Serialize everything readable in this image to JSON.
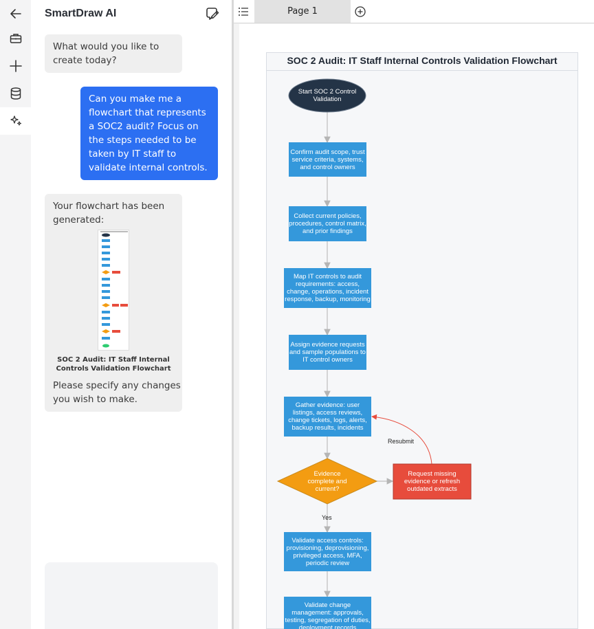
{
  "chat": {
    "title": "SmartDraw AI",
    "messages": {
      "greeting": "What would you like to create today?",
      "user_request": "Can you make me a flowchart that represents a SOC2 audit? Focus on the steps needed to be taken by IT staff to validate internal controls.",
      "generated_intro": "Your flowchart has been generated:",
      "thumbnail_caption": "SOC 2 Audit: IT Staff Internal Controls Validation Flowchart",
      "followup": "Please specify any changes you wish to make."
    }
  },
  "rail": {
    "icons": [
      "back-arrow-icon",
      "briefcase-icon",
      "plus-icon",
      "database-icon",
      "sparkle-icon"
    ]
  },
  "canvas": {
    "page_tab": "Page 1"
  },
  "diagram": {
    "title": "SOC 2 Audit: IT Staff Internal Controls Validation Flowchart",
    "nodes": {
      "start": "Start SOC 2 Control Validation",
      "scope": "Confirm audit scope, trust service criteria, systems, and control owners",
      "collect": "Collect current policies, procedures, control matrix, and prior findings",
      "map": "Map IT controls to audit requirements: access, change, operations, incident response, backup, monitoring",
      "assign": "Assign evidence requests and sample populations to IT control owners",
      "gather": "Gather evidence: user listings, access reviews, change tickets, logs, alerts, backup results, incidents",
      "decision": "Evidence complete and current?",
      "request": "Request missing evidence or refresh outdated extracts",
      "access": "Validate access controls: provisioning, deprovisioning, privileged access, MFA, periodic review",
      "change": "Validate change management: approvals, testing, segregation of duties, deployment records"
    },
    "edge_labels": {
      "resubmit": "Resubmit",
      "yes": "Yes"
    }
  },
  "colors": {
    "process": "#3498db",
    "start": "#243447",
    "decision": "#f39c12",
    "alert": "#e74c3c",
    "user_bubble": "#2c6ff2"
  }
}
